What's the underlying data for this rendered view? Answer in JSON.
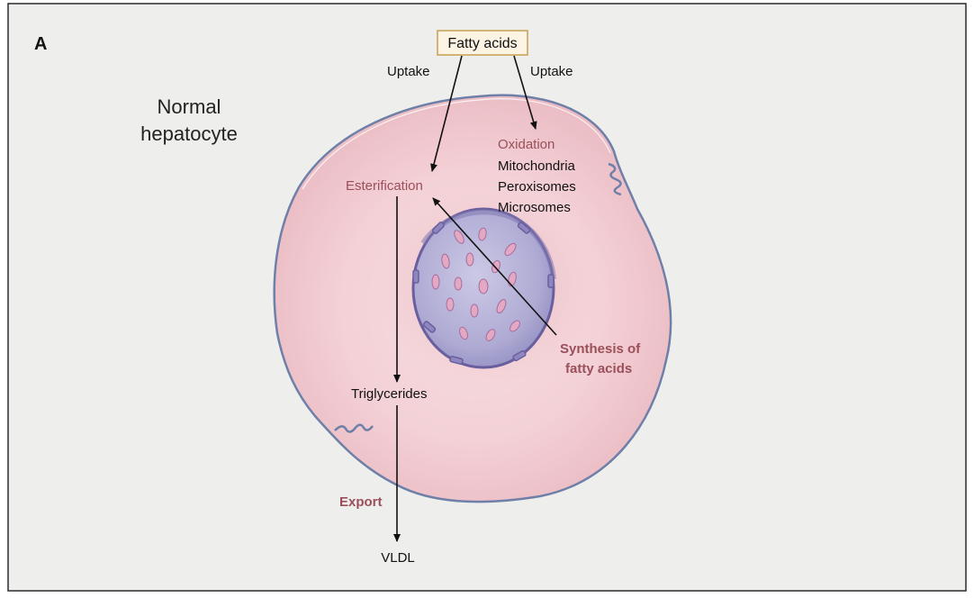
{
  "panel_label": "A",
  "cell_title_line1": "Normal",
  "cell_title_line2": "hepatocyte",
  "source": "Fatty acids",
  "uptake_left": "Uptake",
  "uptake_right": "Uptake",
  "oxidation": {
    "heading": "Oxidation",
    "sites": [
      "Mitochondria",
      "Peroxisomes",
      "Microsomes"
    ]
  },
  "esterification": "Esterification",
  "synthesis_line1": "Synthesis of",
  "synthesis_line2": "fatty acids",
  "triglycerides": "Triglycerides",
  "export": "Export",
  "vldl": "VLDL",
  "colors": {
    "process_label": "#9b4f5a",
    "cytoplasm": "#f3d3d6",
    "cytoplasm_edge": "#e6b2b9",
    "membrane": "#6e7fa8",
    "nucleus": "#b7b5d8",
    "nucleus_edge": "#6a5f9e",
    "nuclear_pore": "#e3a9c4",
    "source_box_fill": "#fdf4e4",
    "source_box_border": "#c79f52",
    "background": "#eeeeec"
  }
}
